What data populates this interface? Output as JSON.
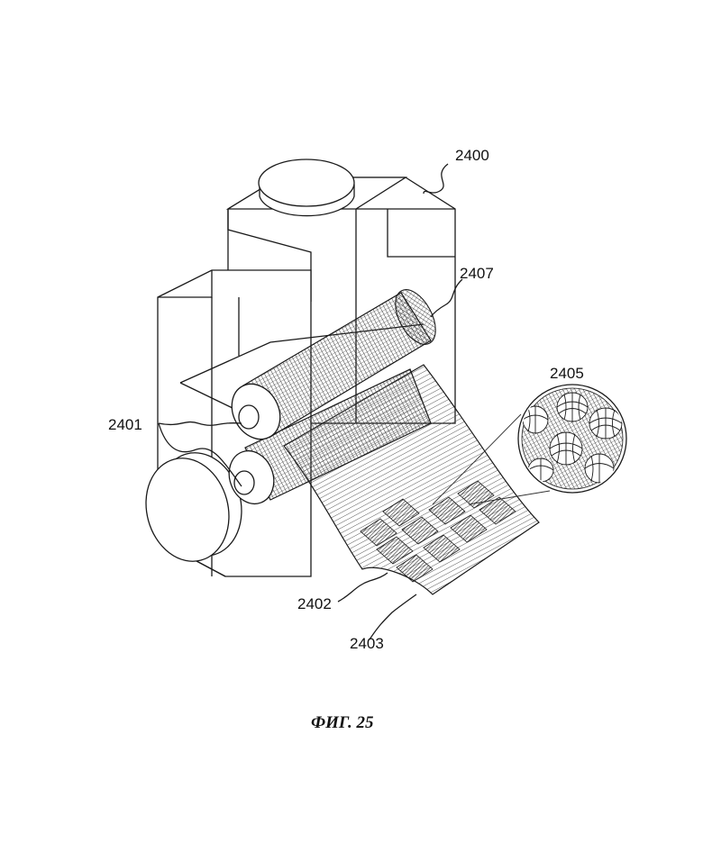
{
  "figure": {
    "caption": "ФИГ. 25",
    "labels": {
      "machine": "2400",
      "axles": "2401",
      "sheet": "2402",
      "pattern": "2403",
      "detail": "2405",
      "roller": "2407"
    }
  },
  "colors": {
    "line": "#1a1a1a",
    "hatch": "#3a3a3a",
    "background": "#ffffff"
  }
}
